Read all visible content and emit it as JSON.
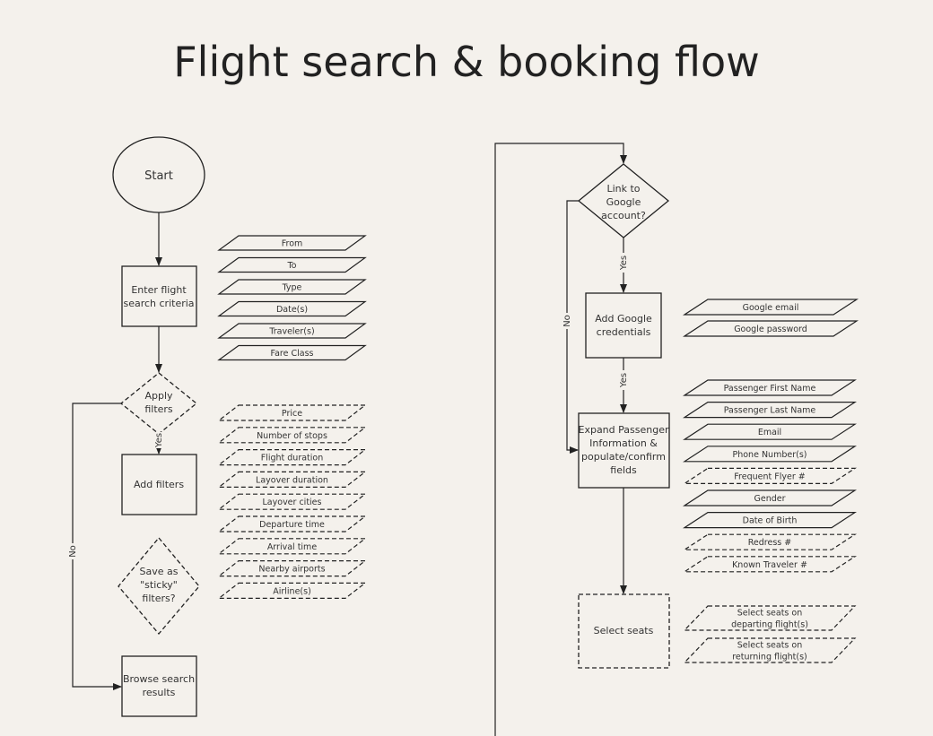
{
  "title": "Flight search & booking flow",
  "nodes": {
    "start": "Start",
    "enter_criteria": [
      "Enter flight",
      "search criteria"
    ],
    "apply_filters": [
      "Apply",
      "filters"
    ],
    "add_filters": "Add filters",
    "save_sticky": [
      "Save as",
      "\"sticky\"",
      "filters?"
    ],
    "browse_results": [
      "Browse search",
      "results"
    ],
    "link_google": [
      "Link to",
      "Google",
      "account?"
    ],
    "add_google": [
      "Add Google",
      "credentials"
    ],
    "expand_passenger": [
      "Expand Passenger",
      "Information &",
      "populate/confirm",
      "fields"
    ],
    "select_seats": "Select seats"
  },
  "edge_labels": {
    "yes_filters": "Yes",
    "no_filters": "No",
    "yes_google": "Yes",
    "no_google": "No",
    "yes_credentials": "Yes"
  },
  "search_criteria": [
    "From",
    "To",
    "Type",
    "Date(s)",
    "Traveler(s)",
    "Fare Class"
  ],
  "filter_options": [
    "Price",
    "Number of stops",
    "Flight duration",
    "Layover duration",
    "Layover cities",
    "Departure time",
    "Arrival time",
    "Nearby airports",
    "Airline(s)"
  ],
  "google_fields": [
    "Google email",
    "Google password"
  ],
  "passenger_fields": [
    {
      "label": "Passenger First Name",
      "optional": false
    },
    {
      "label": "Passenger Last Name",
      "optional": false
    },
    {
      "label": "Email",
      "optional": false
    },
    {
      "label": "Phone Number(s)",
      "optional": false
    },
    {
      "label": "Frequent Flyer #",
      "optional": true
    },
    {
      "label": "Gender",
      "optional": false
    },
    {
      "label": "Date of Birth",
      "optional": false
    },
    {
      "label": "Redress #",
      "optional": true
    },
    {
      "label": "Known Traveler #",
      "optional": true
    }
  ],
  "seat_options": [
    [
      "Select seats on",
      "departing flight(s)"
    ],
    [
      "Select seats on",
      "returning flight(s)"
    ]
  ]
}
